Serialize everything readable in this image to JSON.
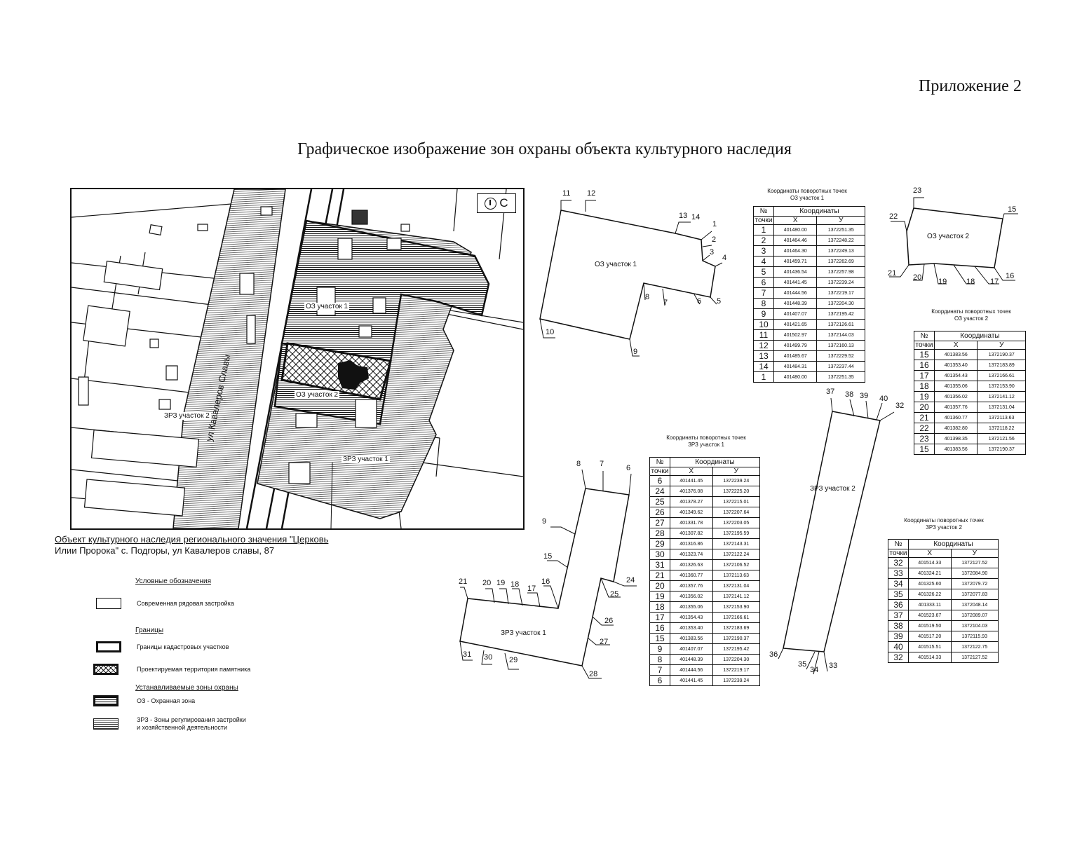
{
  "appendix": "Приложение 2",
  "title": "Графическое изображение зон охраны объекта культурного наследия",
  "north_label": "С",
  "map": {
    "street": "ул Кавалеров Славы",
    "oz1": "ОЗ участок 1",
    "oz2": "ОЗ участок 2",
    "zrz1": "ЗРЗ участок 1",
    "zrz2": "ЗРЗ участок 2"
  },
  "object_caption": {
    "line1": "Объект культурного наследия регионального значения \"Церковь",
    "line2": "Илии Пророка\" с. Подгоры, ул Кавалеров славы, 87"
  },
  "legend": {
    "title": "Условные обозначения",
    "modern": "Современная рядовая застройка",
    "borders_title": "Границы",
    "cadastral": "Границы кадастровых участков",
    "projected": "Проектируемая территория памятника",
    "zones_title": "Устанавливаемые зоны охраны",
    "oz": "ОЗ - Охранная зона",
    "zrz_line1": "ЗРЗ - Зоны регулирования застройки",
    "zrz_line2": "и хозяйственной деятельности"
  },
  "tables": [
    {
      "caption1": "Координаты поворотных точек",
      "caption2": "ОЗ участок 1",
      "head_no": "№",
      "head_coord": "Координаты",
      "head_pt": "точки",
      "head_x": "Х",
      "head_y": "У",
      "rows": [
        [
          "1",
          "401480.00",
          "1372251.35"
        ],
        [
          "2",
          "401464.46",
          "1372248.22"
        ],
        [
          "3",
          "401464.30",
          "1372249.13"
        ],
        [
          "4",
          "401459.71",
          "1372262.69"
        ],
        [
          "5",
          "401436.54",
          "1372257.98"
        ],
        [
          "6",
          "401441.45",
          "1372239.24"
        ],
        [
          "7",
          "401444.56",
          "1372219.17"
        ],
        [
          "8",
          "401448.39",
          "1372204.30"
        ],
        [
          "9",
          "401407.07",
          "1372195.42"
        ],
        [
          "10",
          "401421.65",
          "1372126.61"
        ],
        [
          "11",
          "401502.97",
          "1372144.03"
        ],
        [
          "12",
          "401499.79",
          "1372160.13"
        ],
        [
          "13",
          "401485.67",
          "1372229.52"
        ],
        [
          "14",
          "401484.31",
          "1372237.44"
        ],
        [
          "1",
          "401480.00",
          "1372251.35"
        ]
      ]
    },
    {
      "caption1": "Координаты поворотных точек",
      "caption2": "ОЗ участок 2",
      "head_no": "№",
      "head_coord": "Координаты",
      "head_pt": "точки",
      "head_x": "Х",
      "head_y": "У",
      "rows": [
        [
          "15",
          "401383.56",
          "1372190.37"
        ],
        [
          "16",
          "401353.40",
          "1372183.89"
        ],
        [
          "17",
          "401354.43",
          "1372166.61"
        ],
        [
          "18",
          "401355.06",
          "1372153.90"
        ],
        [
          "19",
          "401356.02",
          "1372141.12"
        ],
        [
          "20",
          "401357.76",
          "1372131.04"
        ],
        [
          "21",
          "401360.77",
          "1372113.63"
        ],
        [
          "22",
          "401382.80",
          "1372118.22"
        ],
        [
          "23",
          "401398.35",
          "1372121.56"
        ],
        [
          "15",
          "401383.56",
          "1372190.37"
        ]
      ]
    },
    {
      "caption1": "Координаты поворотных точек",
      "caption2": "ЗРЗ участок 1",
      "head_no": "№",
      "head_coord": "Координаты",
      "head_pt": "точки",
      "head_x": "Х",
      "head_y": "У",
      "rows": [
        [
          "6",
          "401441.45",
          "1372239.24"
        ],
        [
          "24",
          "401376.08",
          "1372225.20"
        ],
        [
          "25",
          "401378.27",
          "1372215.01"
        ],
        [
          "26",
          "401349.62",
          "1372207.64"
        ],
        [
          "27",
          "401331.78",
          "1372203.05"
        ],
        [
          "28",
          "401307.82",
          "1372195.59"
        ],
        [
          "29",
          "401316.86",
          "1372143.31"
        ],
        [
          "30",
          "401323.74",
          "1372122.24"
        ],
        [
          "31",
          "401326.63",
          "1372106.52"
        ],
        [
          "21",
          "401360.77",
          "1372113.63"
        ],
        [
          "20",
          "401357.76",
          "1372131.04"
        ],
        [
          "19",
          "401356.02",
          "1372141.12"
        ],
        [
          "18",
          "401355.06",
          "1372153.90"
        ],
        [
          "17",
          "401354.43",
          "1372166.61"
        ],
        [
          "16",
          "401353.40",
          "1372183.69"
        ],
        [
          "15",
          "401383.56",
          "1372190.37"
        ],
        [
          "9",
          "401407.07",
          "1372195.42"
        ],
        [
          "8",
          "401448.39",
          "1372204.30"
        ],
        [
          "7",
          "401444.56",
          "1372219.17"
        ],
        [
          "6",
          "401441.45",
          "1372239.24"
        ]
      ]
    },
    {
      "caption1": "Координаты поворотных точек",
      "caption2": "ЗРЗ участок 2",
      "head_no": "№",
      "head_coord": "Координаты",
      "head_pt": "точки",
      "head_x": "Х",
      "head_y": "У",
      "rows": [
        [
          "32",
          "401514.33",
          "1372127.52"
        ],
        [
          "33",
          "401324.21",
          "1372084.90"
        ],
        [
          "34",
          "401325.60",
          "1372079.72"
        ],
        [
          "35",
          "401326.22",
          "1372077.83"
        ],
        [
          "36",
          "401333.11",
          "1372048.14"
        ],
        [
          "37",
          "401523.67",
          "1372089.07"
        ],
        [
          "38",
          "401519.50",
          "1372104.03"
        ],
        [
          "39",
          "401517.20",
          "1372115.93"
        ],
        [
          "40",
          "401515.51",
          "1372122.75"
        ],
        [
          "32",
          "401514.33",
          "1372127.52"
        ]
      ]
    }
  ],
  "schemes": {
    "oz1": {
      "label": "ОЗ участок 1",
      "points": [
        "11",
        "12",
        "13",
        "14",
        "1",
        "2",
        "3",
        "4",
        "5",
        "6",
        "7",
        "8",
        "9",
        "10"
      ]
    },
    "oz2": {
      "label": "ОЗ участок 2",
      "points": [
        "23",
        "15",
        "22",
        "21",
        "20",
        "19",
        "18",
        "17",
        "16"
      ]
    },
    "zrz1": {
      "label": "ЗРЗ участок 1",
      "points": [
        "8",
        "7",
        "6",
        "9",
        "15",
        "16",
        "17",
        "18",
        "19",
        "20",
        "21",
        "24",
        "25",
        "26",
        "27",
        "28",
        "29",
        "30",
        "31"
      ]
    },
    "zrz2": {
      "label": "ЗРЗ участок 2",
      "points": [
        "37",
        "38",
        "39",
        "40",
        "32",
        "36",
        "35",
        "34",
        "33"
      ]
    }
  }
}
